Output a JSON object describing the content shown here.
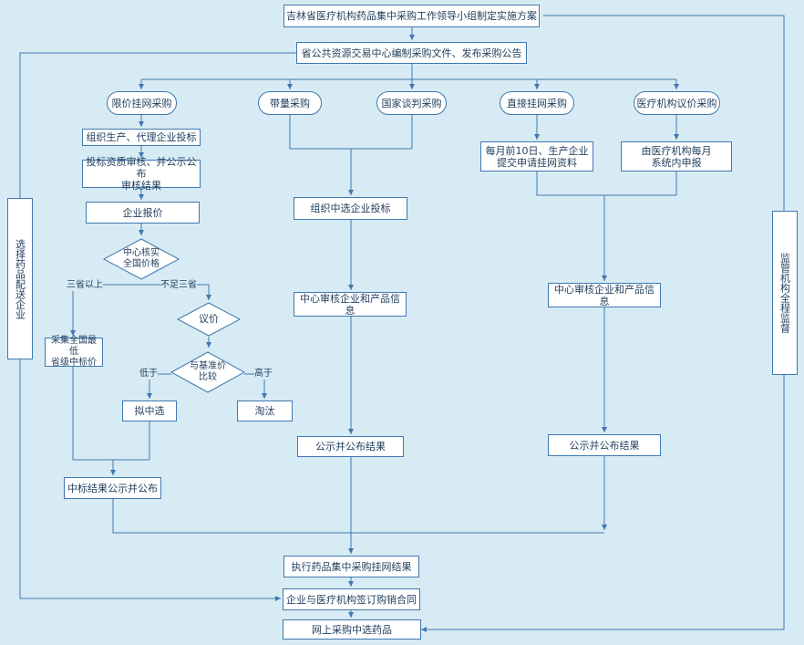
{
  "nodes": {
    "top": "吉林省医疗机构药品集中采购工作领导小组制定实施方案",
    "compile": "省公共资源交易中心编制采购文件、发布采购公告",
    "limit_price": "限价挂网采购",
    "with_volume": "带量采购",
    "national_nego": "国家谈判采购",
    "direct_listing": "直接挂网采购",
    "inst_negotiate": "医疗机构议价采购",
    "organize_bid": "组织生产、代理企业投标",
    "qual_review": "投标资质审核、并公示公布\n审核结果",
    "quote": "企业报价",
    "center_verify": "中心核实\n全国价格",
    "negotiate": "议价",
    "compare_base": "与基准价\n比较",
    "lowest_price": "采集全国最低\n省级中标价",
    "proposed_win": "拟中选",
    "eliminate": "淘汰",
    "win_publish": "中标结果公示并公布",
    "org_selected_bid": "组织中选企业投标",
    "center_review_mid": "中心审核企业和产品信息",
    "publish_mid": "公示并公布结果",
    "monthly_submit": "每月前10日、生产企业\n提交申请挂网资料",
    "inst_monthly": "由医疗机构每月\n系统内申报",
    "center_review_right": "中心审核企业和产品信息",
    "publish_right": "公示并公布结果",
    "execute": "执行药品集中采购挂网结果",
    "sign": "企业与医疗机构签订购销合同",
    "online": "网上采购中选药品",
    "select_dist": "选择药品配送企业",
    "supervise": "监管机构全程监督"
  },
  "edge_labels": {
    "three_plus": "三省以上",
    "under_three": "不足三省",
    "lower": "低于",
    "higher": "高于"
  },
  "colors": {
    "background": "#d7ebf5",
    "line": "#3f78b0",
    "box_fill": "#ffffff",
    "text": "#1e3d5c"
  }
}
